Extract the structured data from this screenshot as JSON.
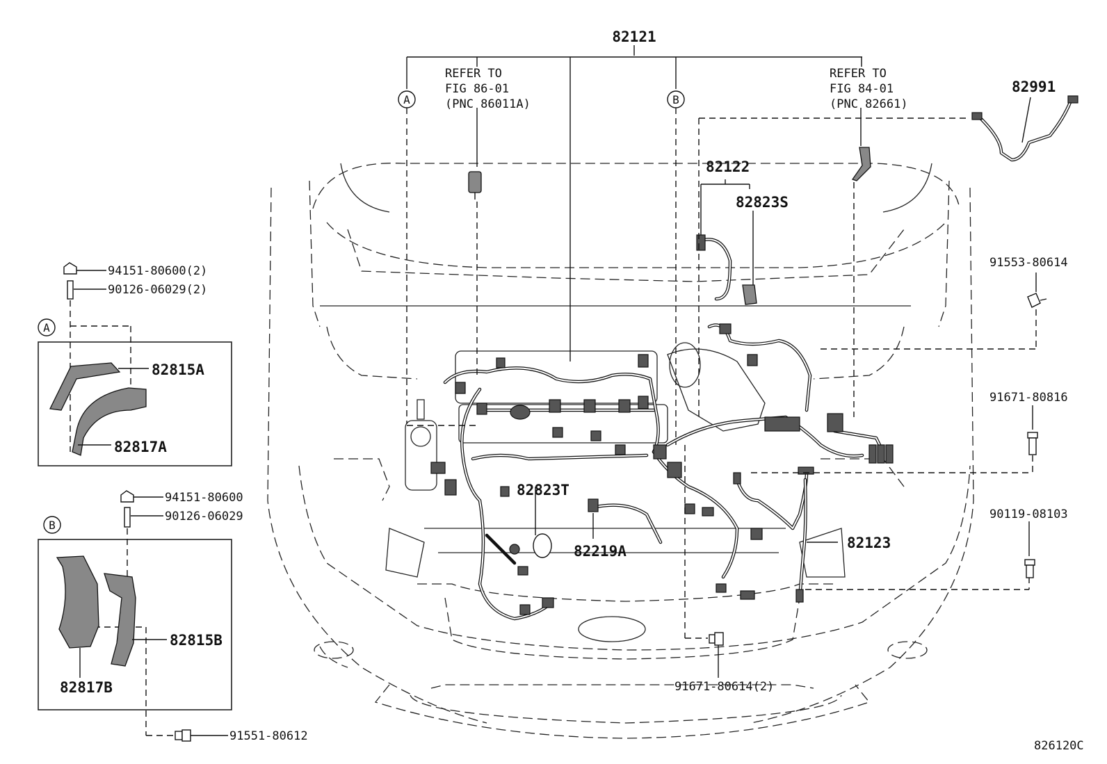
{
  "diagram": {
    "figure_code": "826120C",
    "main_harness": "82121",
    "references": [
      {
        "lines": [
          "REFER TO",
          "FIG 86-01",
          "(PNC 86011A)"
        ]
      },
      {
        "lines": [
          "REFER TO",
          "FIG 84-01",
          "(PNC 82661)"
        ]
      }
    ],
    "circle_markers": [
      "A",
      "B"
    ],
    "parts": {
      "p82991": "82991",
      "p82122": "82122",
      "p82823S": "82823S",
      "p82823T": "82823T",
      "p82219A": "82219A",
      "p82123": "82123",
      "p82815A": "82815A",
      "p82817A": "82817A",
      "p82815B": "82815B",
      "p82817B": "82817B"
    },
    "fasteners": {
      "nutA": "94151-80600(2)",
      "studA": "90126-06029(2)",
      "nutB": "94151-80600",
      "studB": "90126-06029",
      "bolt_91553": "91553-80614",
      "bolt_91671_80816": "91671-80816",
      "bolt_90119": "90119-08103",
      "bolt_91671_80614": "91671-80614(2)",
      "bolt_91551": "91551-80612"
    }
  }
}
